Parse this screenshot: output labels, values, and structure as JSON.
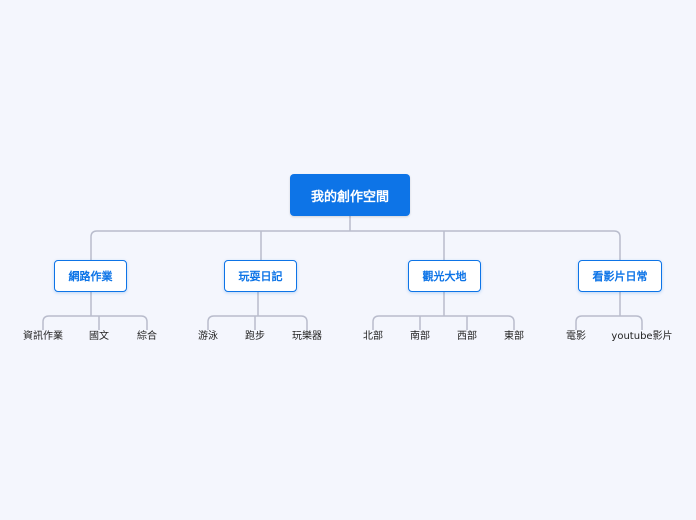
{
  "root": {
    "label": "我的創作空間"
  },
  "branches": [
    {
      "label": "網路作業",
      "children": [
        {
          "label": "資訊作業"
        },
        {
          "label": "國文"
        },
        {
          "label": "綜合"
        }
      ]
    },
    {
      "label": "玩耍日記",
      "children": [
        {
          "label": "游泳"
        },
        {
          "label": "跑步"
        },
        {
          "label": "玩樂器"
        }
      ]
    },
    {
      "label": "觀光大地",
      "children": [
        {
          "label": "北部"
        },
        {
          "label": "南部"
        },
        {
          "label": "西部"
        },
        {
          "label": "東部"
        }
      ]
    },
    {
      "label": "看影片日常",
      "children": [
        {
          "label": "電影"
        },
        {
          "label": "youtube影片"
        }
      ]
    }
  ],
  "colors": {
    "accent": "#0d74e7",
    "connector": "#b9bccc",
    "background": "#f4f6fd"
  }
}
